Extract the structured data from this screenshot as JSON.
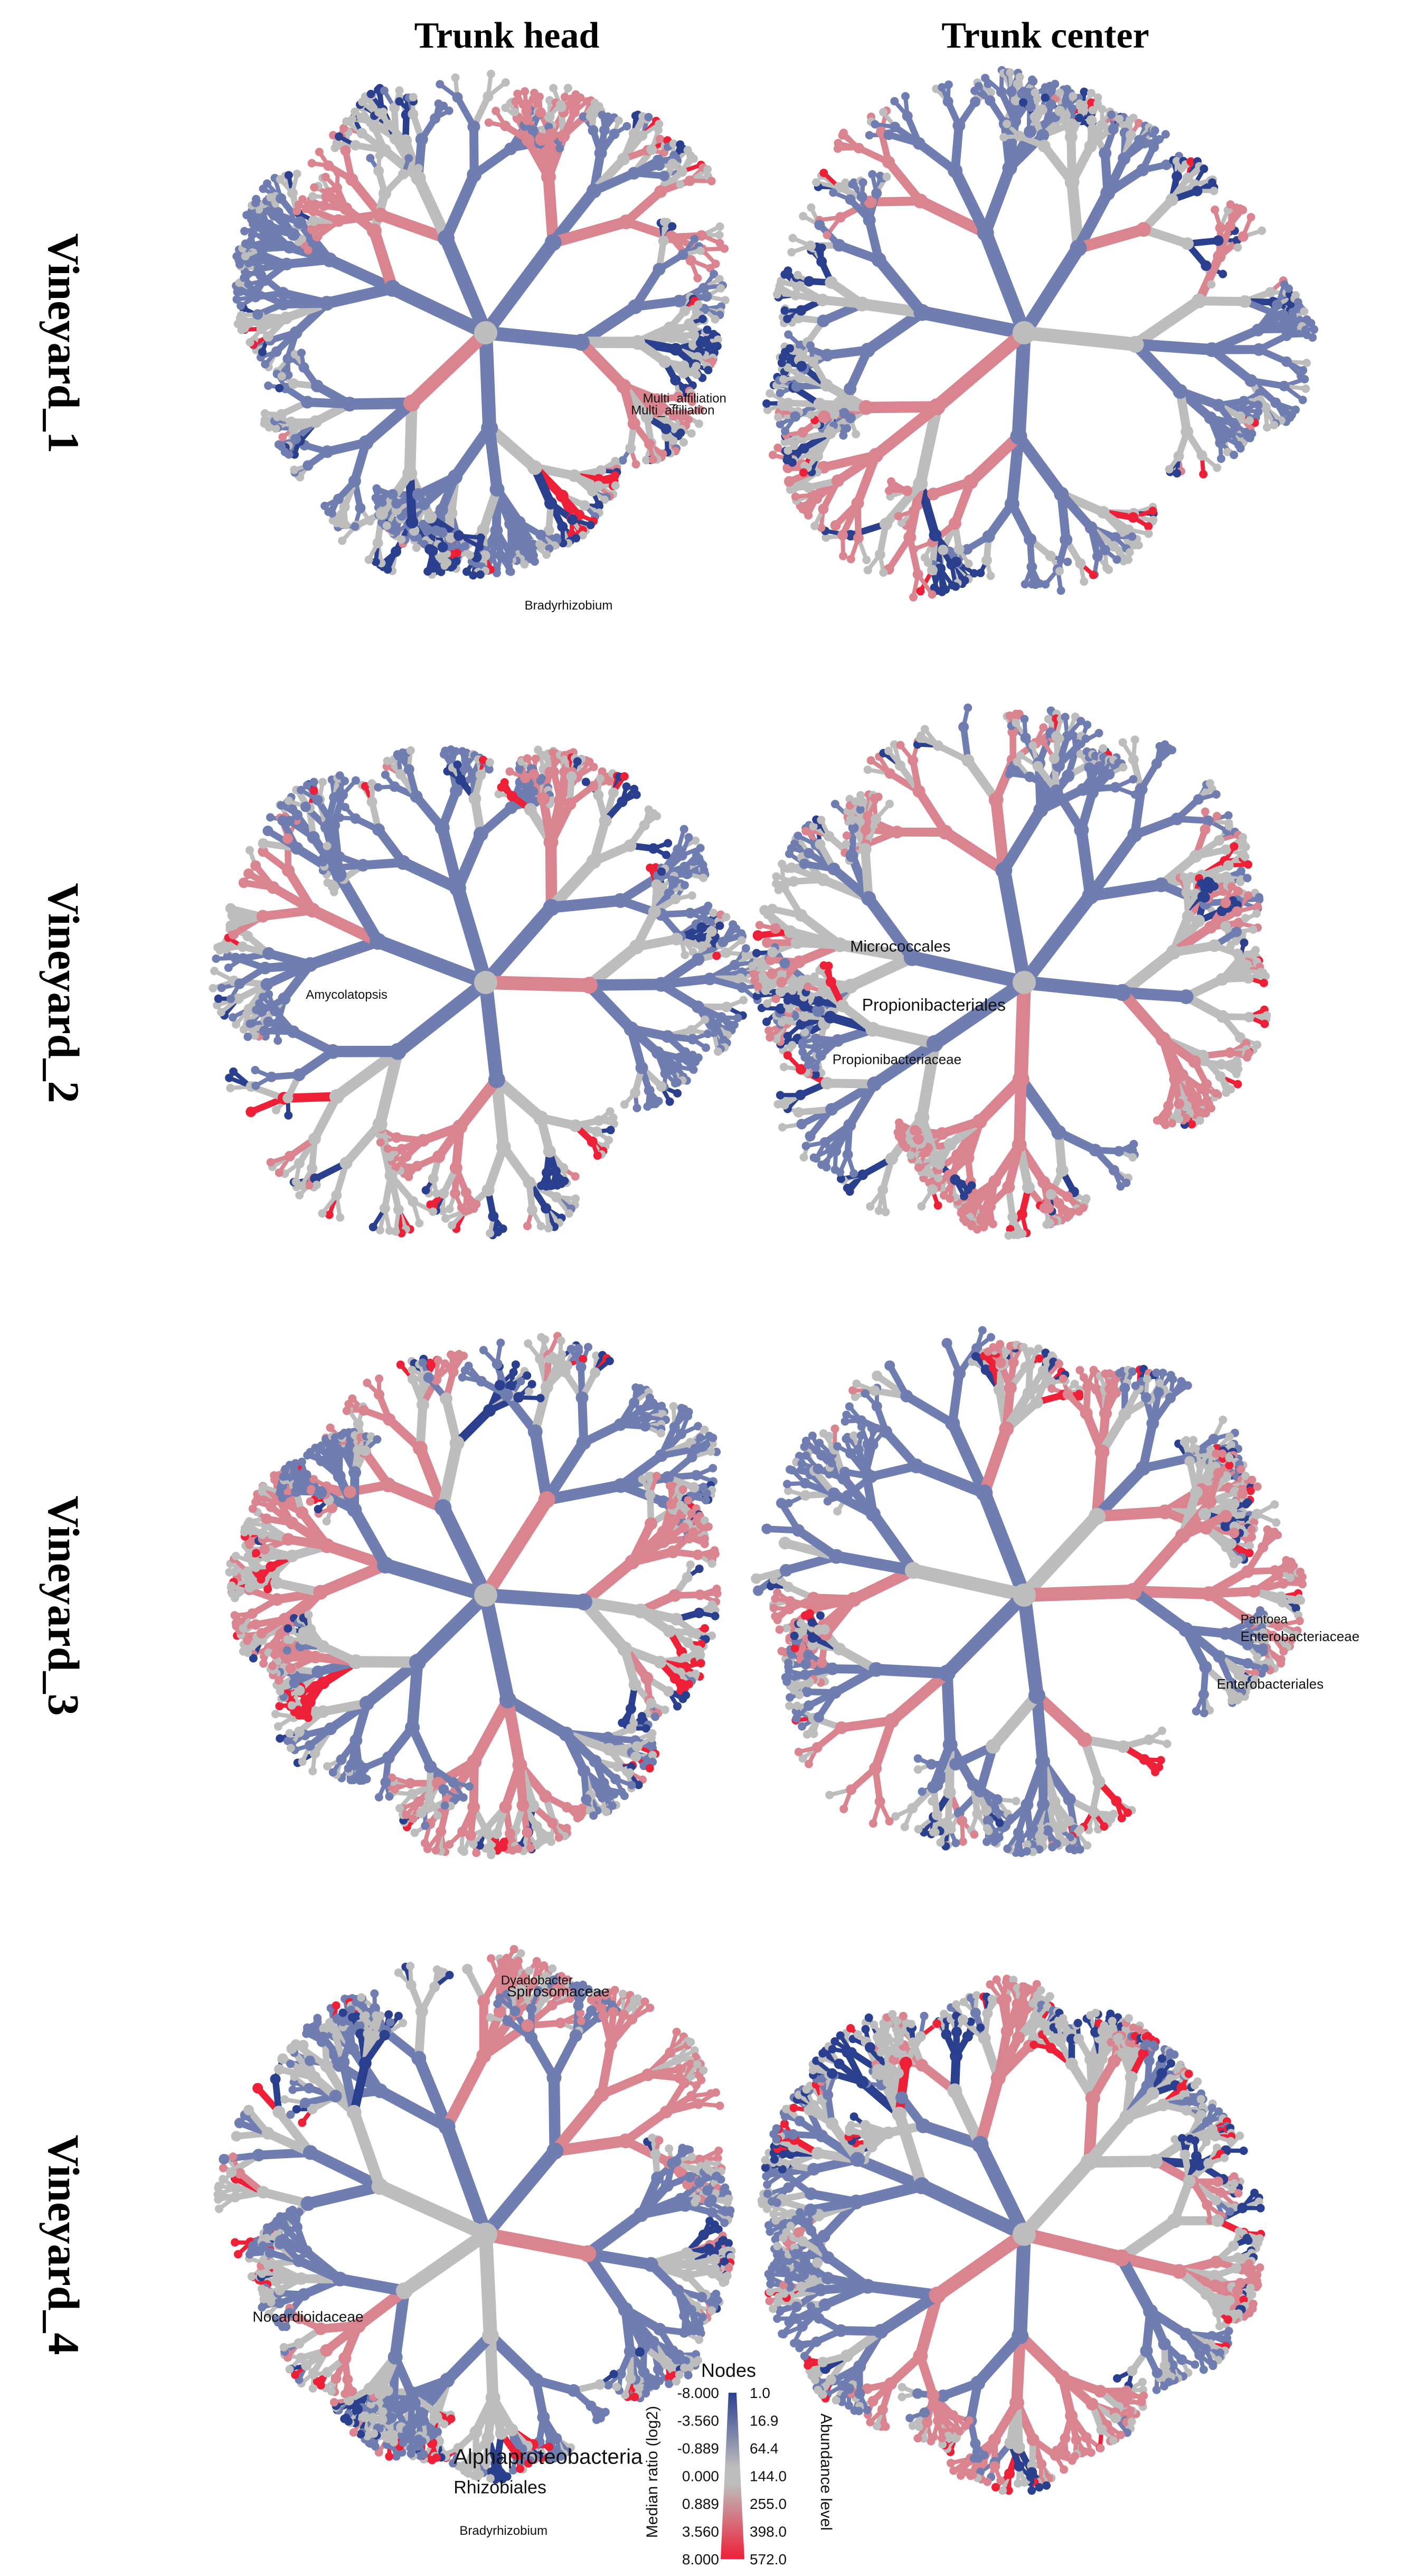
{
  "columns": [
    "Trunk head",
    "Trunk center"
  ],
  "rows": [
    "Vineyard_1",
    "Vineyard_2",
    "Vineyard_3",
    "Vineyard_4"
  ],
  "colors": {
    "blue": "#2b3f8f",
    "blue_mid": "#6f7db0",
    "grey": "#bdbdbd",
    "pink": "#d9848f",
    "red": "#ee2038",
    "stroke": "#bdbdbd"
  },
  "panels": [
    {
      "row": 0,
      "col": 0,
      "seed": 11,
      "labels": [
        {
          "text": "Multi_affiliation",
          "u": 0.73,
          "v": 0.6,
          "size": 24
        },
        {
          "text": "Multi_affiliation",
          "u": 0.71,
          "v": 0.62,
          "size": 24
        },
        {
          "text": "Bradyrhizobium",
          "u": 0.53,
          "v": 0.95,
          "size": 24
        }
      ]
    },
    {
      "row": 0,
      "col": 1,
      "seed": 23,
      "labels": []
    },
    {
      "row": 1,
      "col": 0,
      "seed": 37,
      "labels": [
        {
          "text": "Amycolatopsis",
          "u": 0.16,
          "v": 0.51,
          "size": 24
        }
      ]
    },
    {
      "row": 1,
      "col": 1,
      "seed": 41,
      "labels": [
        {
          "text": "Micrococcales",
          "u": 0.17,
          "v": 0.43,
          "size": 30
        },
        {
          "text": "Propionibacteriales",
          "u": 0.19,
          "v": 0.53,
          "size": 32
        },
        {
          "text": "Propionibacteriaceae",
          "u": 0.14,
          "v": 0.62,
          "size": 26
        }
      ]
    },
    {
      "row": 2,
      "col": 0,
      "seed": 53,
      "labels": []
    },
    {
      "row": 2,
      "col": 1,
      "seed": 67,
      "labels": [
        {
          "text": "Pantoea",
          "u": 0.83,
          "v": 0.53,
          "size": 24
        },
        {
          "text": "Enterobacteriaceae",
          "u": 0.83,
          "v": 0.56,
          "size": 26
        },
        {
          "text": "Enterobacteriales",
          "u": 0.79,
          "v": 0.64,
          "size": 26
        }
      ]
    },
    {
      "row": 3,
      "col": 0,
      "seed": 79,
      "labels": [
        {
          "text": "Dyadobacter",
          "u": 0.49,
          "v": 0.06,
          "size": 24
        },
        {
          "text": "Spirosomaceae",
          "u": 0.5,
          "v": 0.08,
          "size": 28
        },
        {
          "text": "Nocardioidaceae",
          "u": 0.07,
          "v": 0.63,
          "size": 28
        },
        {
          "text": "Alphaproteobacteria",
          "u": 0.41,
          "v": 0.87,
          "size": 40
        },
        {
          "text": "Rhizobiales",
          "u": 0.41,
          "v": 0.92,
          "size": 34
        },
        {
          "text": "Bradyrhizobium",
          "u": 0.42,
          "v": 0.99,
          "size": 24
        }
      ]
    },
    {
      "row": 3,
      "col": 1,
      "seed": 97,
      "labels": []
    }
  ],
  "legend": {
    "title": "Nodes",
    "median_label": "Median ratio (log2)",
    "abundance_label": "Abundance level",
    "median_ticks": [
      "-8.000",
      "-3.560",
      "-0.889",
      "0.000",
      "0.889",
      "3.560",
      "8.000"
    ],
    "abundance_ticks": [
      "1.0",
      "16.9",
      "64.4",
      "144.0",
      "255.0",
      "398.0",
      "572.0"
    ]
  }
}
